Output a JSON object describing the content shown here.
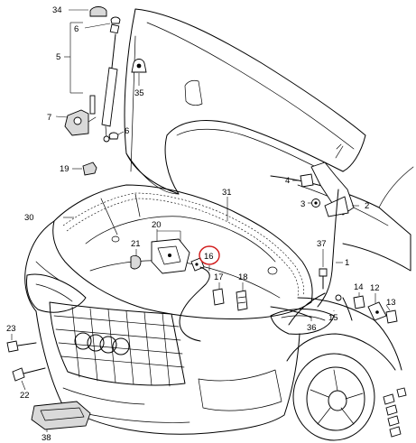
{
  "diagram": {
    "part_callouts": {
      "p34": "34",
      "p6a": "6",
      "p5": "5",
      "p35": "35",
      "p7": "7",
      "p6b": "6",
      "p19": "19",
      "p4": "4",
      "p3": "3",
      "p2": "2",
      "p31": "31",
      "p30": "30",
      "p20": "20",
      "p21": "21",
      "p16": "16",
      "p17": "17",
      "p18": "18",
      "p37": "37",
      "p1": "1",
      "p12": "12",
      "p14": "14",
      "p13": "13",
      "p15": "15",
      "p36": "36",
      "p23": "23",
      "p22": "22",
      "p38": "38"
    },
    "highlighted_part": "16",
    "highlight_color": "#d11a1a",
    "line_color": "#000000"
  }
}
